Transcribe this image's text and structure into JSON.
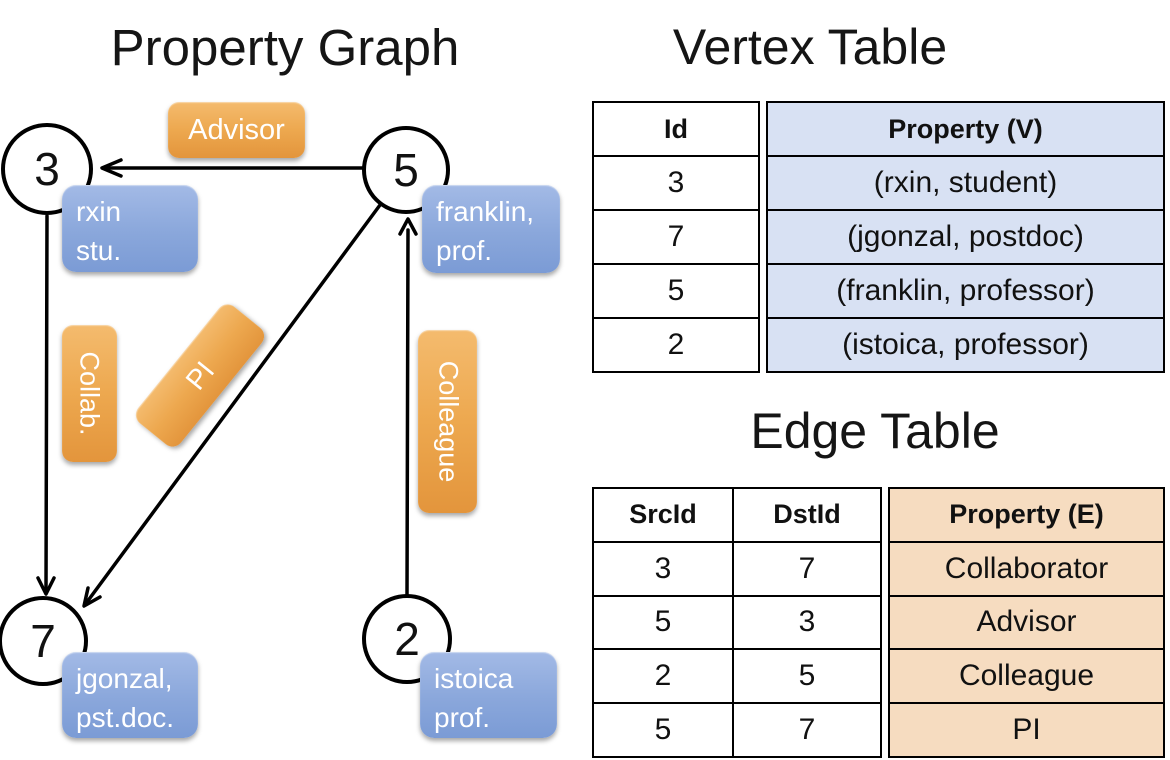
{
  "graph": {
    "title": "Property Graph",
    "nodes": [
      {
        "id": "3",
        "property_line1": "rxin",
        "property_line2": "stu."
      },
      {
        "id": "5",
        "property_line1": "franklin,",
        "property_line2": "prof."
      },
      {
        "id": "7",
        "property_line1": "jgonzal,",
        "property_line2": "pst.doc."
      },
      {
        "id": "2",
        "property_line1": "istoica",
        "property_line2": "prof."
      }
    ],
    "edge_labels": {
      "advisor": "Advisor",
      "collab": "Collab.",
      "pi": "PI",
      "colleague": "Colleague"
    },
    "edges_drawn": [
      {
        "from": "5",
        "to": "3",
        "label": "Advisor"
      },
      {
        "from": "3",
        "to": "7",
        "label": "Collab."
      },
      {
        "from": "5",
        "to": "7",
        "label": "PI"
      },
      {
        "from": "2",
        "to": "5",
        "label": "Colleague"
      }
    ]
  },
  "vertex_table": {
    "title": "Vertex Table",
    "columns": {
      "id": "Id",
      "property": "Property (V)"
    },
    "rows": [
      {
        "id": "3",
        "property": "(rxin, student)"
      },
      {
        "id": "7",
        "property": "(jgonzal, postdoc)"
      },
      {
        "id": "5",
        "property": "(franklin, professor)"
      },
      {
        "id": "2",
        "property": "(istoica, professor)"
      }
    ]
  },
  "edge_table": {
    "title": "Edge Table",
    "columns": {
      "src": "SrcId",
      "dst": "DstId",
      "property": "Property (E)"
    },
    "rows": [
      {
        "src": "3",
        "dst": "7",
        "property": "Collaborator"
      },
      {
        "src": "5",
        "dst": "3",
        "property": "Advisor"
      },
      {
        "src": "2",
        "dst": "5",
        "property": "Colleague"
      },
      {
        "src": "5",
        "dst": "7",
        "property": "PI"
      }
    ]
  },
  "colors": {
    "edge_label_orange": "#eda84f",
    "vertex_property_blue": "#8aa7db",
    "vertex_table_fill": "#d8e1f3",
    "edge_table_fill": "#f6dcc0",
    "line_black": "#000000"
  }
}
